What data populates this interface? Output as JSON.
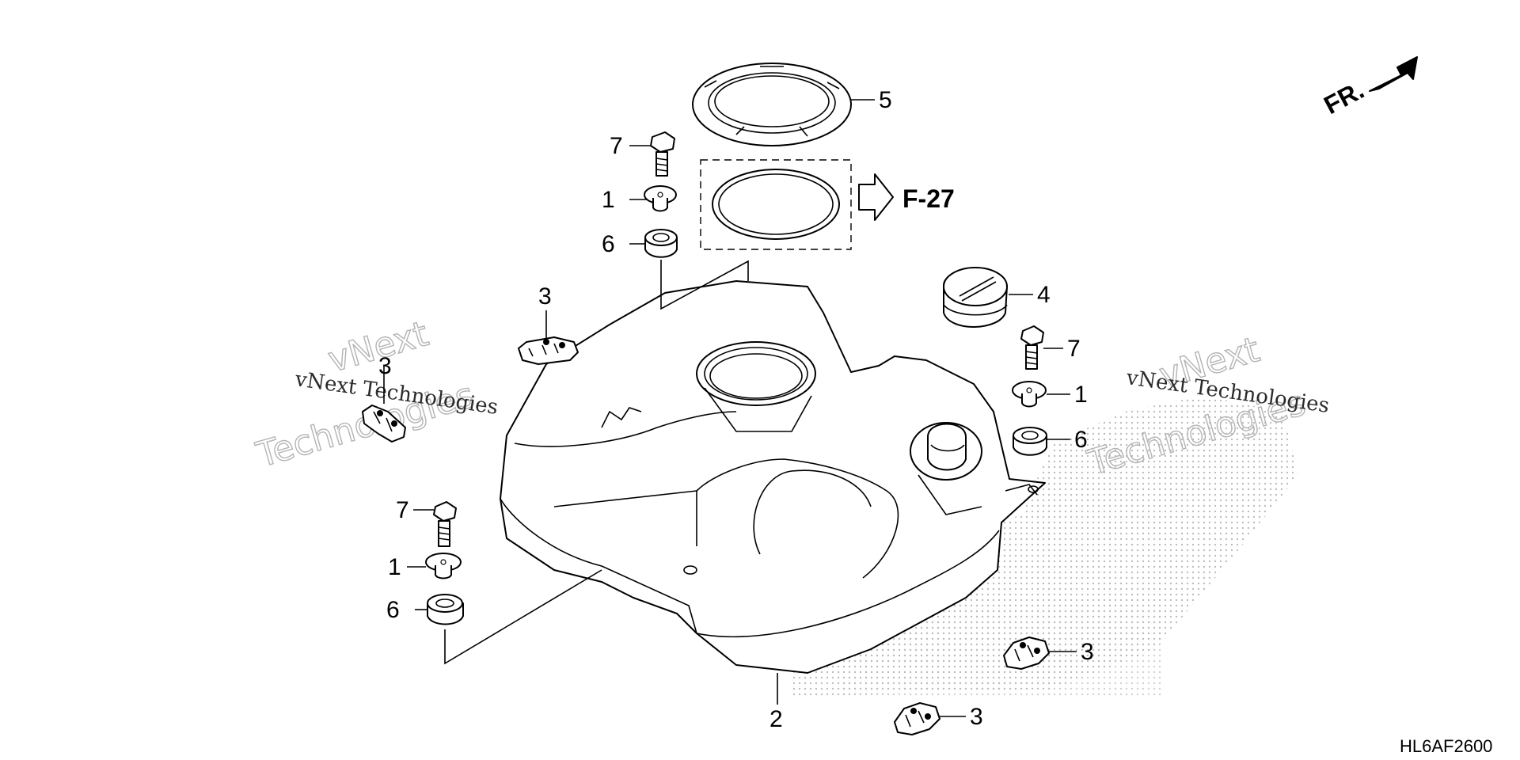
{
  "diagram": {
    "direction_label": "FR.",
    "reference_label": "F-27",
    "drawing_code": "HL6AF2600",
    "watermark": {
      "line1": "vNext",
      "line2": "Technologies",
      "caption": "vNext Technologies"
    },
    "callouts": {
      "c5": "5",
      "c7a": "7",
      "c1a": "1",
      "c6a": "6",
      "c3a": "3",
      "c3b": "3",
      "c4": "4",
      "c7b": "7",
      "c1b": "1",
      "c6b": "6",
      "c7c": "7",
      "c1c": "1",
      "c6c": "6",
      "c3c": "3",
      "c3d": "3",
      "c2": "2"
    }
  }
}
